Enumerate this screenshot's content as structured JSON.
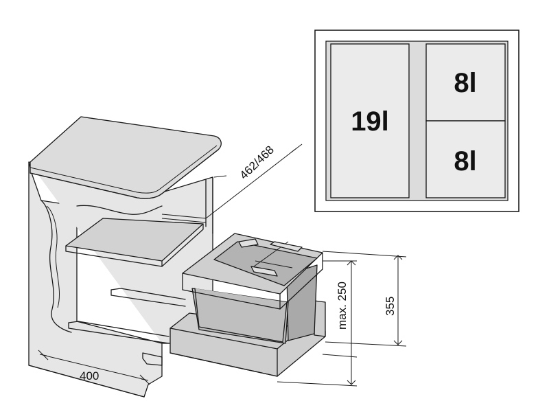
{
  "dimensions": {
    "width": "400",
    "depth": "462/468",
    "bin_height": "max. 250",
    "total_height": "355"
  },
  "compartments": {
    "large": "19l",
    "small_top": "8l",
    "small_bottom": "8l"
  }
}
